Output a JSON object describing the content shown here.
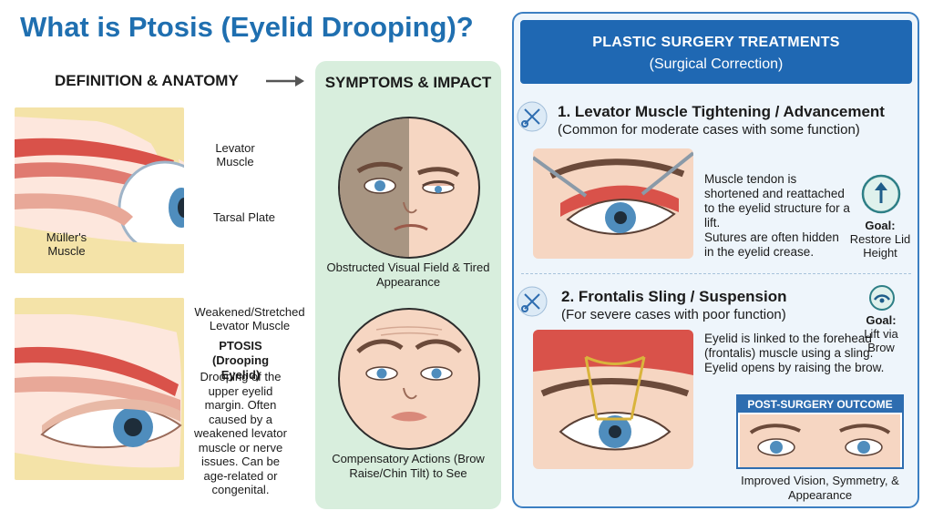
{
  "title": "What is Ptosis (Eyelid Drooping)?",
  "definition": {
    "heading": "DEFINITION & ANATOMY",
    "labels": {
      "levator": "Levator Muscle",
      "tarsal": "Tarsal Plate",
      "muller": "Müller's Muscle",
      "weakened": "Weakened/Stretched Levator Muscle"
    },
    "ptosis_heading": "PTOSIS (Drooping Eyelid)",
    "ptosis_text": "Drooping of the upper eyelid margin. Often caused by a weakened levator muscle or nerve issues. Can be age-related or congenital."
  },
  "symptoms": {
    "heading": "SYMPTOMS & IMPACT",
    "caption1": "Obstructed Visual Field & Tired Appearance",
    "caption2": "Compensatory Actions (Brow Raise/Chin Tilt) to See"
  },
  "treatments": {
    "banner_title": "PLASTIC SURGERY TREATMENTS",
    "banner_sub": "(Surgical Correction)",
    "proc1": {
      "title": "1. Levator Muscle Tightening / Advancement",
      "sub": "(Common for moderate cases with some function)",
      "desc1": "Muscle tendon is shortened and reattached to the eyelid structure for a lift.",
      "desc2": "Sutures are often hidden in the eyelid crease.",
      "goal_label": "Goal:",
      "goal_text": "Restore Lid Height"
    },
    "proc2": {
      "title": "2. Frontalis Sling / Suspension",
      "sub": "(For severe cases with poor function)",
      "desc": "Eyelid is linked to the forehead (frontalis) muscle using a sling. Eyelid opens by raising the brow.",
      "goal_label": "Goal:",
      "goal_text": "Lift via Brow"
    },
    "outcome": {
      "banner": "POST-SURGERY OUTCOME",
      "caption": "Improved Vision, Symmetry, & Appearance"
    }
  },
  "colors": {
    "title_blue": "#1f6fb0",
    "banner_blue": "#1f68b3",
    "symptoms_green": "#d8eedd",
    "skin": "#f6d6c2",
    "muscle_red": "#d9524a",
    "iris_blue": "#4f8dbd"
  }
}
